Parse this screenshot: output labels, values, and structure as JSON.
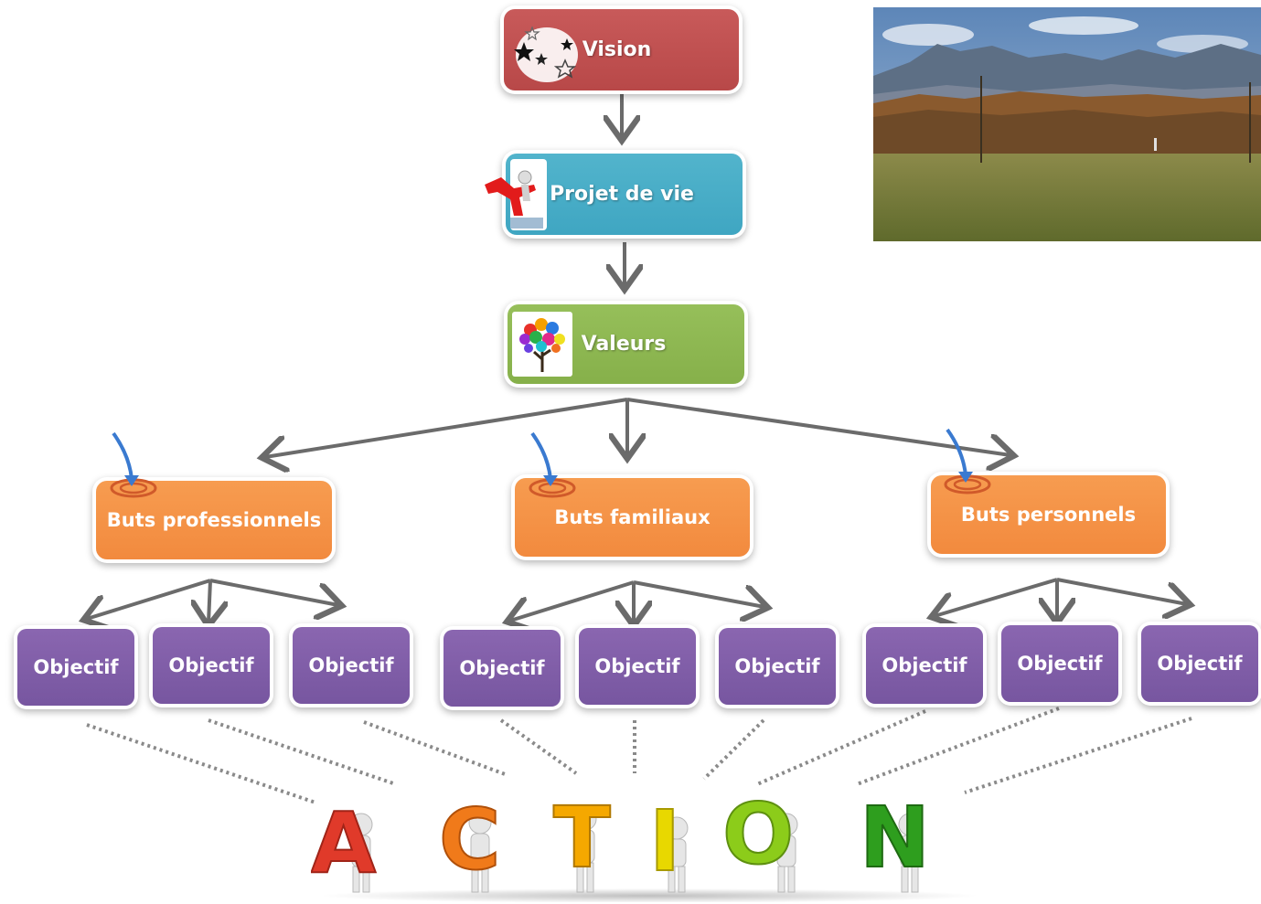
{
  "hierarchy": {
    "vision": {
      "label": "Vision"
    },
    "projet_de_vie": {
      "label": "Projet de vie"
    },
    "valeurs": {
      "label": "Valeurs"
    },
    "buts": [
      {
        "label": "Buts professionnels"
      },
      {
        "label": "Buts familiaux"
      },
      {
        "label": "Buts personnels"
      }
    ],
    "objectifs": [
      "Objectif",
      "Objectif",
      "Objectif",
      "Objectif",
      "Objectif",
      "Objectif",
      "Objectif",
      "Objectif",
      "Objectif"
    ]
  },
  "action_word": [
    "A",
    "C",
    "T",
    "I",
    "O",
    "N"
  ],
  "colors": {
    "vision": "#c0504d",
    "projet_de_vie": "#4bacc6",
    "valeurs": "#8fbb55",
    "buts": "#f79646",
    "objectif": "#8064a2",
    "arrow": "#6b6b6b",
    "action_letters": [
      "#e03a2a",
      "#f07a1a",
      "#f5a800",
      "#e8d800",
      "#8ccc1a",
      "#2e9e1e"
    ]
  },
  "icons": {
    "vision": "stars-icon",
    "projet_de_vie": "jumping-figure-icon",
    "valeurs": "colorful-tree-icon",
    "buts": "target-arrow-icon"
  }
}
